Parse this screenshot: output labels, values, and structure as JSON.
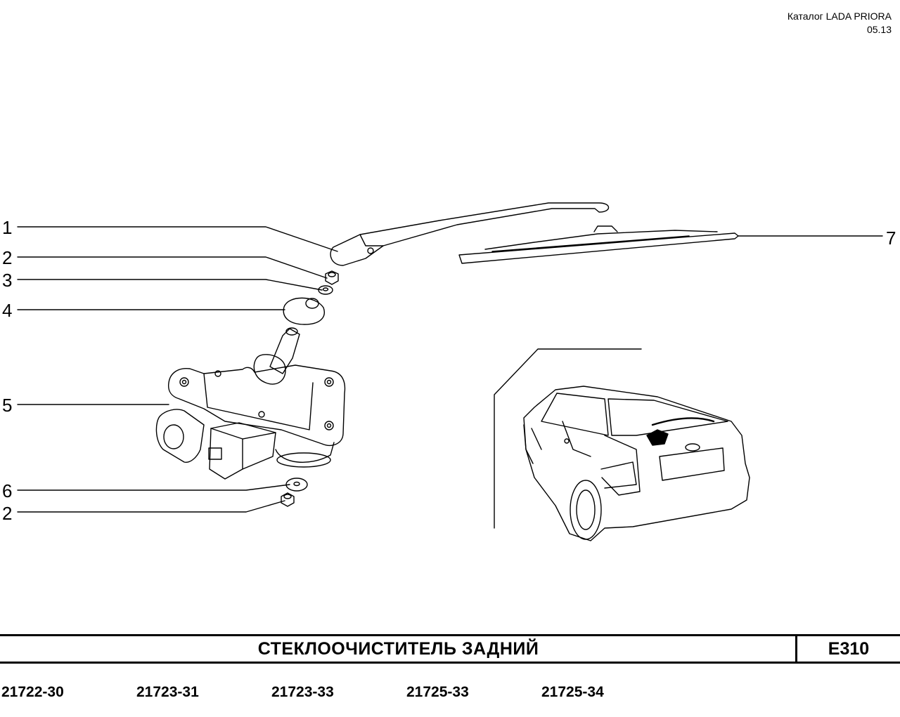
{
  "header": {
    "catalog": "Каталог  LADA  PRIORA",
    "date": "05.13"
  },
  "callouts": [
    "1",
    "2",
    "3",
    "4",
    "5",
    "6",
    "2",
    "7"
  ],
  "title": "СТЕКЛООЧИСТИТЕЛЬ   ЗАДНИЙ",
  "page_code": "E310",
  "models": [
    "21722-30",
    "21723-31",
    "21723-33",
    "21725-33",
    "21725-34"
  ]
}
